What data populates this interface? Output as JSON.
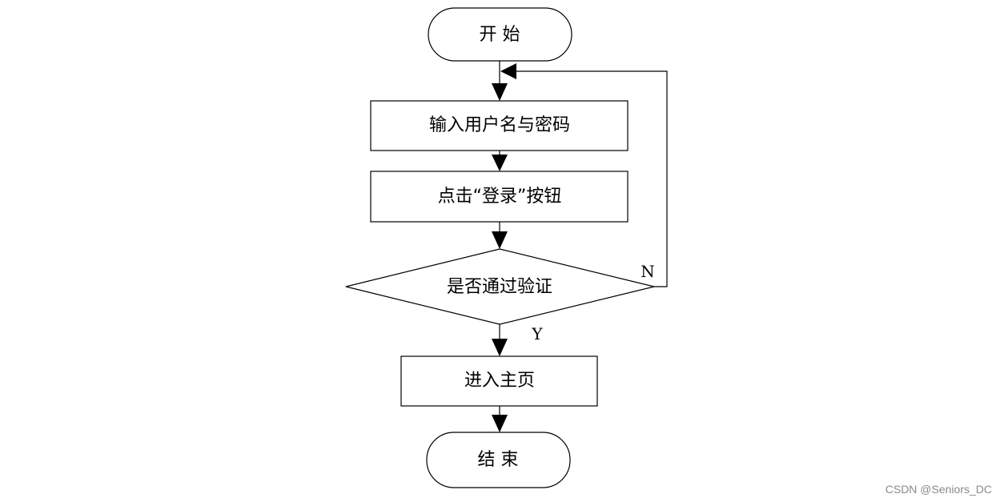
{
  "nodes": {
    "start": {
      "label": "开 始",
      "shape": "terminal"
    },
    "input": {
      "label": "输入用户名与密码",
      "shape": "process"
    },
    "click": {
      "label": "点击“登录”按钮",
      "shape": "process"
    },
    "verify": {
      "label": "是否通过验证",
      "shape": "decision"
    },
    "home": {
      "label": "进入主页",
      "shape": "process"
    },
    "end": {
      "label": "结 束",
      "shape": "terminal"
    }
  },
  "edges": [
    {
      "from": "start",
      "to": "input",
      "label": ""
    },
    {
      "from": "input",
      "to": "click",
      "label": ""
    },
    {
      "from": "click",
      "to": "verify",
      "label": ""
    },
    {
      "from": "verify",
      "to": "input",
      "label": "N"
    },
    {
      "from": "verify",
      "to": "home",
      "label": "Y"
    },
    {
      "from": "home",
      "to": "end",
      "label": ""
    }
  ],
  "branch_labels": {
    "no": "N",
    "yes": "Y"
  },
  "watermark": "CSDN @Seniors_DC",
  "colors": {
    "stroke": "#000000",
    "fill": "#ffffff",
    "watermark": "#8a8a8a"
  }
}
